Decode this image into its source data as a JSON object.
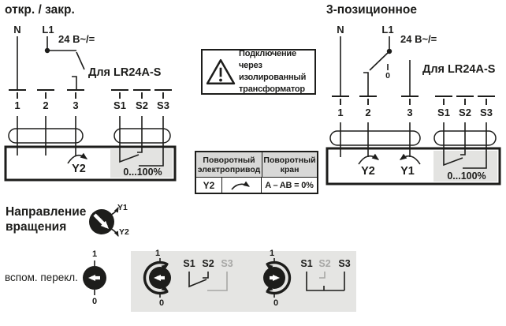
{
  "colors": {
    "ink": "#1d1d1b",
    "panel_gray": "#e5e5e3",
    "shade_gray": "#e3e3e1",
    "table_header_gray": "#d8d8d7",
    "muted_gray": "#a7a7a5"
  },
  "left_diagram": {
    "title": "откр. / закр.",
    "neutral_label": "N",
    "line_label": "L1",
    "voltage_label": "24 В~/=",
    "model_label": "Для LR24A-S",
    "terminals": [
      "1",
      "2",
      "3"
    ],
    "aux_terminals": [
      "S1",
      "S2",
      "S3"
    ],
    "actuator": {
      "y2_label": "Y2",
      "range_label": "0...100%"
    }
  },
  "right_diagram": {
    "title": "3-позиционное",
    "neutral_label": "N",
    "line_label": "L1",
    "voltage_label": "24 В~/=",
    "switch_center_label": "0",
    "model_label": "Для LR24A-S",
    "terminals": [
      "1",
      "2",
      "3"
    ],
    "aux_terminals": [
      "S1",
      "S2",
      "S3"
    ],
    "actuator": {
      "y2_label": "Y2",
      "y1_label": "Y1",
      "range_label": "0...100%"
    }
  },
  "warning": {
    "icon": "warning-triangle-icon",
    "lines": [
      "Подключение через",
      "изолированный",
      "трансформатор"
    ]
  },
  "mapping_table": {
    "actuator_header": "Поворотный электропривод",
    "valve_header": "Поворотный кран",
    "row": {
      "signal": "Y2",
      "direction_icon": "clockwise-arrow-icon",
      "valve_position": "A – AB = 0%"
    }
  },
  "rotation_direction": {
    "label_lines": [
      "Направление",
      "вращения"
    ],
    "y1_label": "Y1",
    "y2_label": "Y2"
  },
  "aux_switches": {
    "label": "вспом. перекл.",
    "position_on": "1",
    "position_off": "0",
    "state1": {
      "s1": "S1",
      "s2": "S2",
      "s3": "S3"
    },
    "state2": {
      "s1": "S1",
      "s2": "S2",
      "s3": "S3"
    }
  }
}
